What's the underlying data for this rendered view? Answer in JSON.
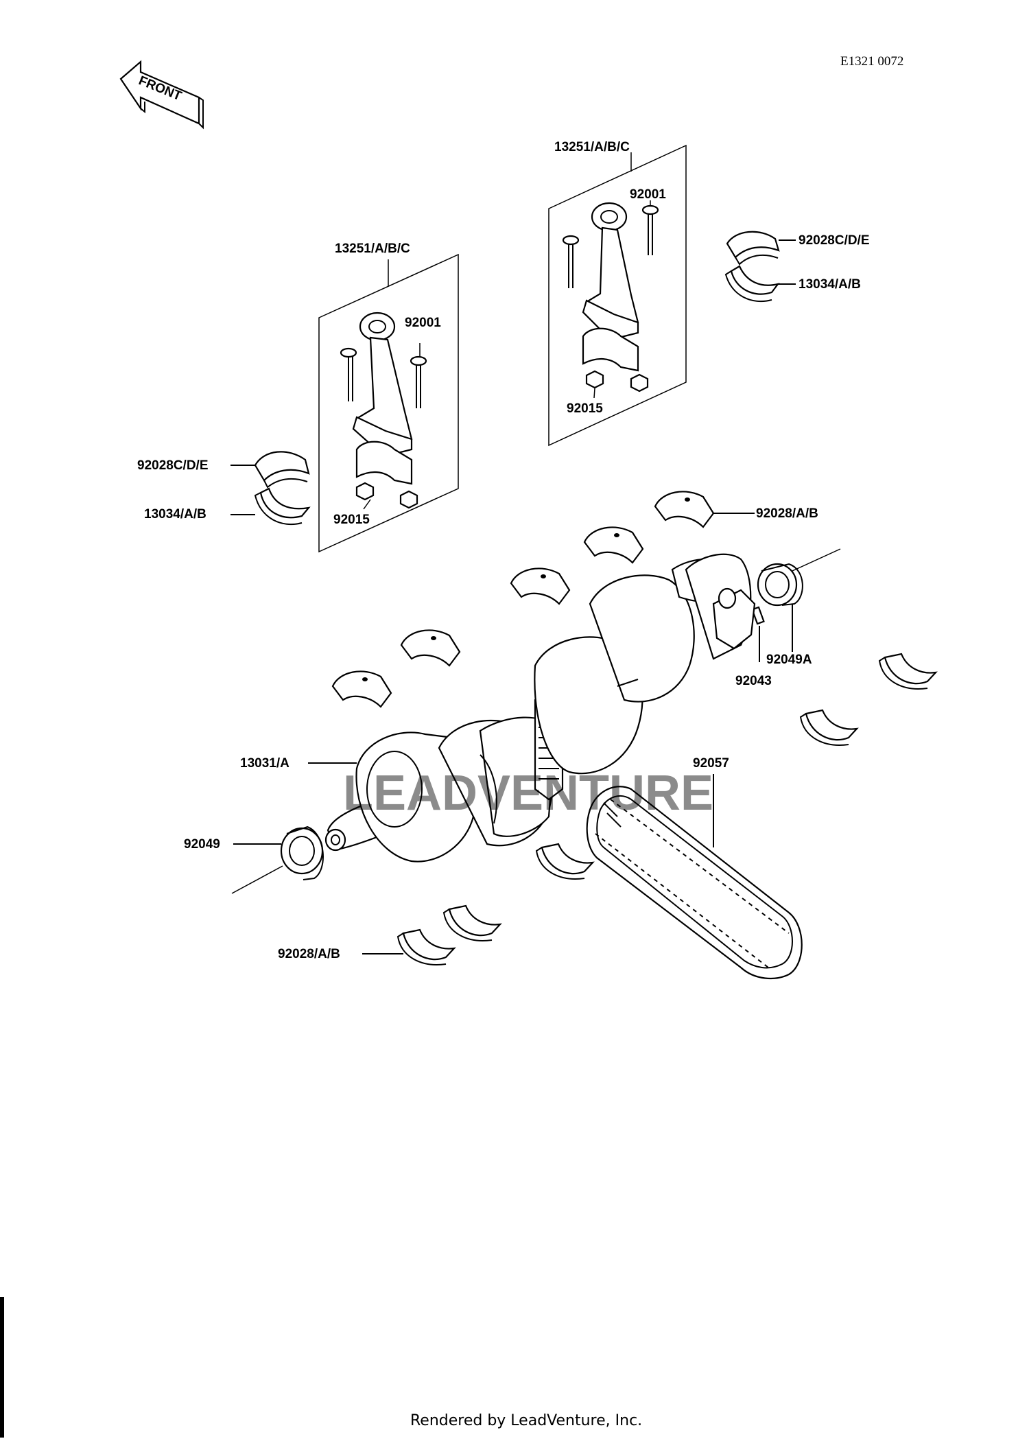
{
  "diagram": {
    "code": "E1321 0072",
    "front_label": "FRONT",
    "footer": "Rendered by LeadVenture, Inc.",
    "watermark": "LEADVENTURE",
    "labels": {
      "rod_left_box": "13251/A/B/C",
      "rod_right_box": "13251/A/B/C",
      "bolt_left": "92001",
      "bolt_right": "92001",
      "nut_left": "92015",
      "nut_right": "92015",
      "rod_bearing_left_upper": "92028C/D/E",
      "rod_bearing_left_lower": "13034/A/B",
      "rod_bearing_right_upper": "92028C/D/E",
      "rod_bearing_right_lower": "13034/A/B",
      "main_bearing_top": "92028/A/B",
      "main_bearing_bottom": "92028/A/B",
      "seal_right": "92049A",
      "pin_right": "92043",
      "crankshaft": "13031/A",
      "seal_left": "92049",
      "chain": "92057"
    }
  }
}
